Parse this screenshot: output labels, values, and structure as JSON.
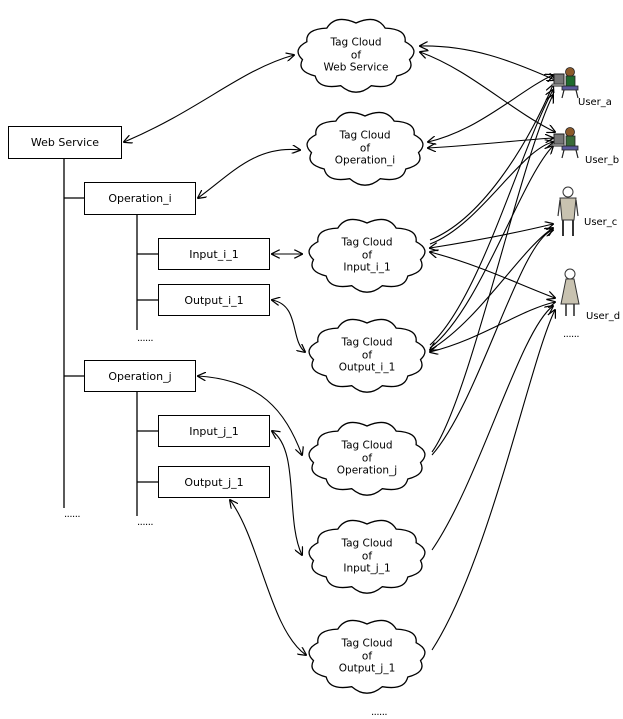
{
  "web_service": {
    "label": "Web Service"
  },
  "operations": [
    {
      "label": "Operation_i",
      "input": "Input_i_1",
      "output": "Output_i_1"
    },
    {
      "label": "Operation_j",
      "input": "Input_j_1",
      "output": "Output_j_1"
    }
  ],
  "clouds": [
    {
      "l1": "Tag Cloud",
      "l2": "of",
      "l3": "Web Service"
    },
    {
      "l1": "Tag Cloud",
      "l2": "of",
      "l3": "Operation_i"
    },
    {
      "l1": "Tag Cloud",
      "l2": "of",
      "l3": "Input_i_1"
    },
    {
      "l1": "Tag Cloud",
      "l2": "of",
      "l3": "Output_i_1"
    },
    {
      "l1": "Tag Cloud",
      "l2": "of",
      "l3": "Operation_j"
    },
    {
      "l1": "Tag Cloud",
      "l2": "of",
      "l3": "Input_j_1"
    },
    {
      "l1": "Tag Cloud",
      "l2": "of",
      "l3": "Output_j_1"
    }
  ],
  "users": [
    {
      "label": "User_a"
    },
    {
      "label": "User_b"
    },
    {
      "label": "User_c"
    },
    {
      "label": "User_d"
    }
  ],
  "ellipsis": "......"
}
